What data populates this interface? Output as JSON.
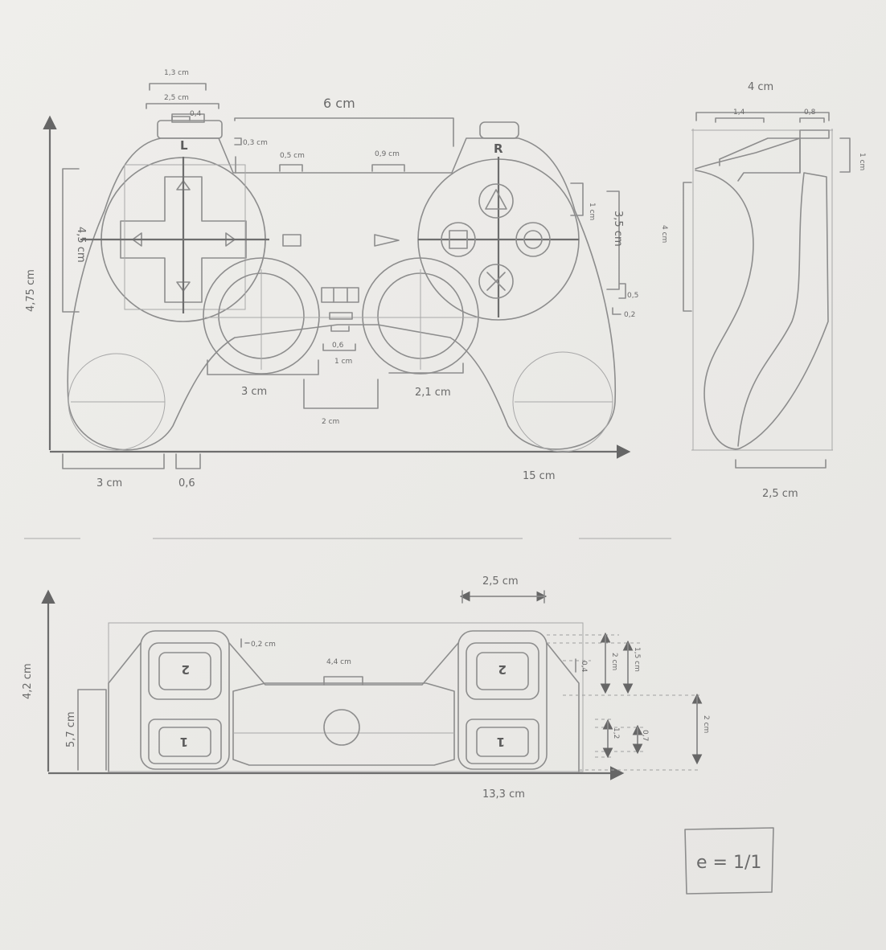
{
  "title_marks": {
    "left_trigger": "L",
    "right_trigger": "R",
    "r2_glyph": "2",
    "r1_glyph": "1"
  },
  "front": {
    "l_outer": "1,3 cm",
    "l_mid": "2,5 cm",
    "l_small": "0,4",
    "width_6": "6 cm",
    "gap_03": "0,3 cm",
    "select_05": "0,5 cm",
    "start_09": "0,9 cm",
    "height_45": "4,5 cm",
    "height_475": "4,75 cm",
    "face_1": "1 cm",
    "face_35": "3,5 cm",
    "face_05": "0,5",
    "face_02": "0,2",
    "center_06": "0,6",
    "center_1": "1 cm",
    "stick_3": "3 cm",
    "stick_21": "2,1 cm",
    "center_2": "2 cm",
    "grip_3": "3 cm",
    "grip_06": "0,6",
    "total_15": "15 cm"
  },
  "side": {
    "depth_4": "4 cm",
    "top_14": "1,4",
    "top_08": "0,8",
    "trig_1": "1 cm",
    "grip_4": "4 cm",
    "base_25": "2,5 cm"
  },
  "back": {
    "bumper_25": "2,5 cm",
    "gap_02": "0,2 cm",
    "mid_44": "4,4 cm",
    "height_42": "4,2 cm",
    "height_57": "5,7 cm",
    "r_04": "0,4",
    "r_2": "2 cm",
    "r_15": "1,5 cm",
    "r_12": "1,2",
    "r_07": "0,7",
    "r_2b": "2 cm",
    "total_133": "13,3 cm"
  },
  "scale": {
    "label": "e = 1/1"
  },
  "colors": {
    "paper": "#ecebe8",
    "pencil": "#8d8d8d"
  }
}
